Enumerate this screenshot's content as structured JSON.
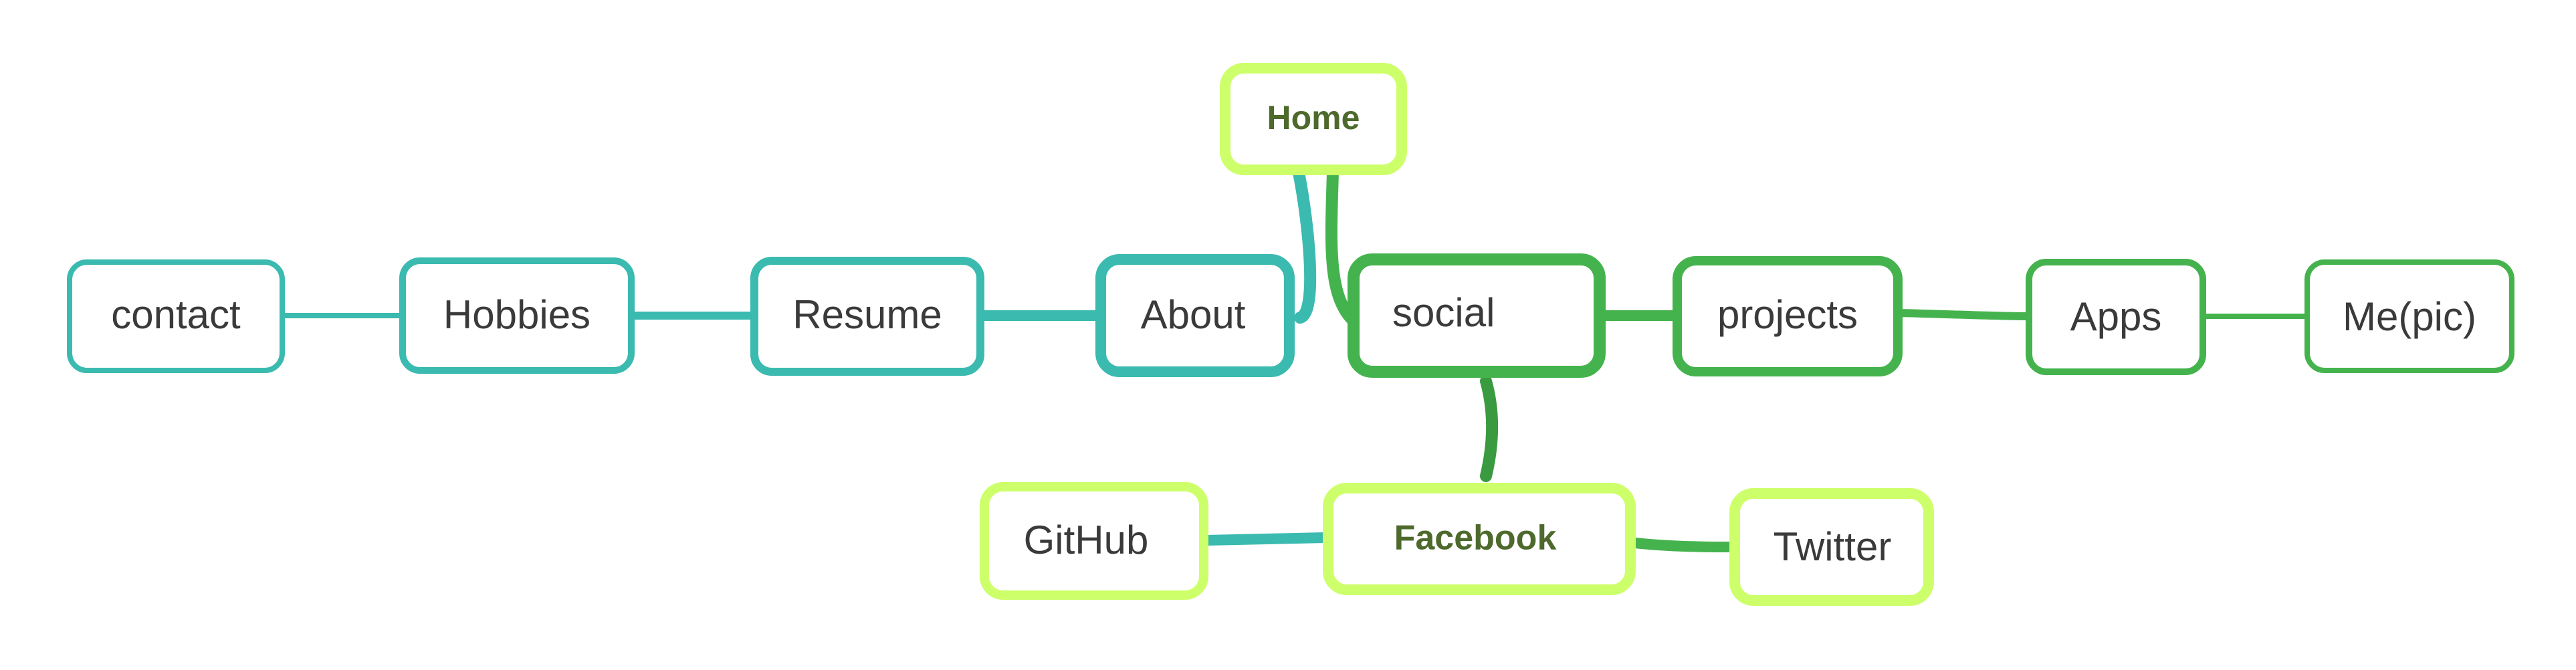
{
  "colors": {
    "teal": "#3bbab0",
    "green": "#45b34d",
    "dark_green": "#3a9a3f",
    "lime": "#cdff6a",
    "text": "#3a3a3a",
    "bold_text": "#4d6a2c"
  },
  "nodes": {
    "home": "Home",
    "contact": "contact",
    "hobbies": "Hobbies",
    "resume": "Resume",
    "about": "About",
    "social": "social",
    "projects": "projects",
    "apps": "Apps",
    "mepic": "Me(pic)",
    "github": "GitHub",
    "facebook": "Facebook",
    "twitter": "Twitter"
  }
}
